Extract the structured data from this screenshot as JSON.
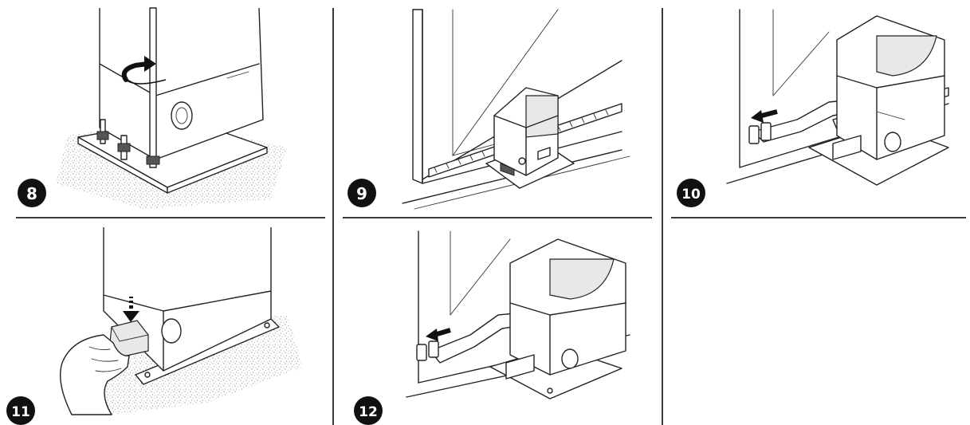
{
  "panels": [
    {
      "step": "8"
    },
    {
      "step": "9"
    },
    {
      "step": "10"
    },
    {
      "step": "11"
    },
    {
      "step": "12"
    }
  ],
  "colors": {
    "line": "#222222",
    "badge": "#000000",
    "badge_text": "#ffffff",
    "background": "#ffffff",
    "divider": "#3a3a3a"
  }
}
